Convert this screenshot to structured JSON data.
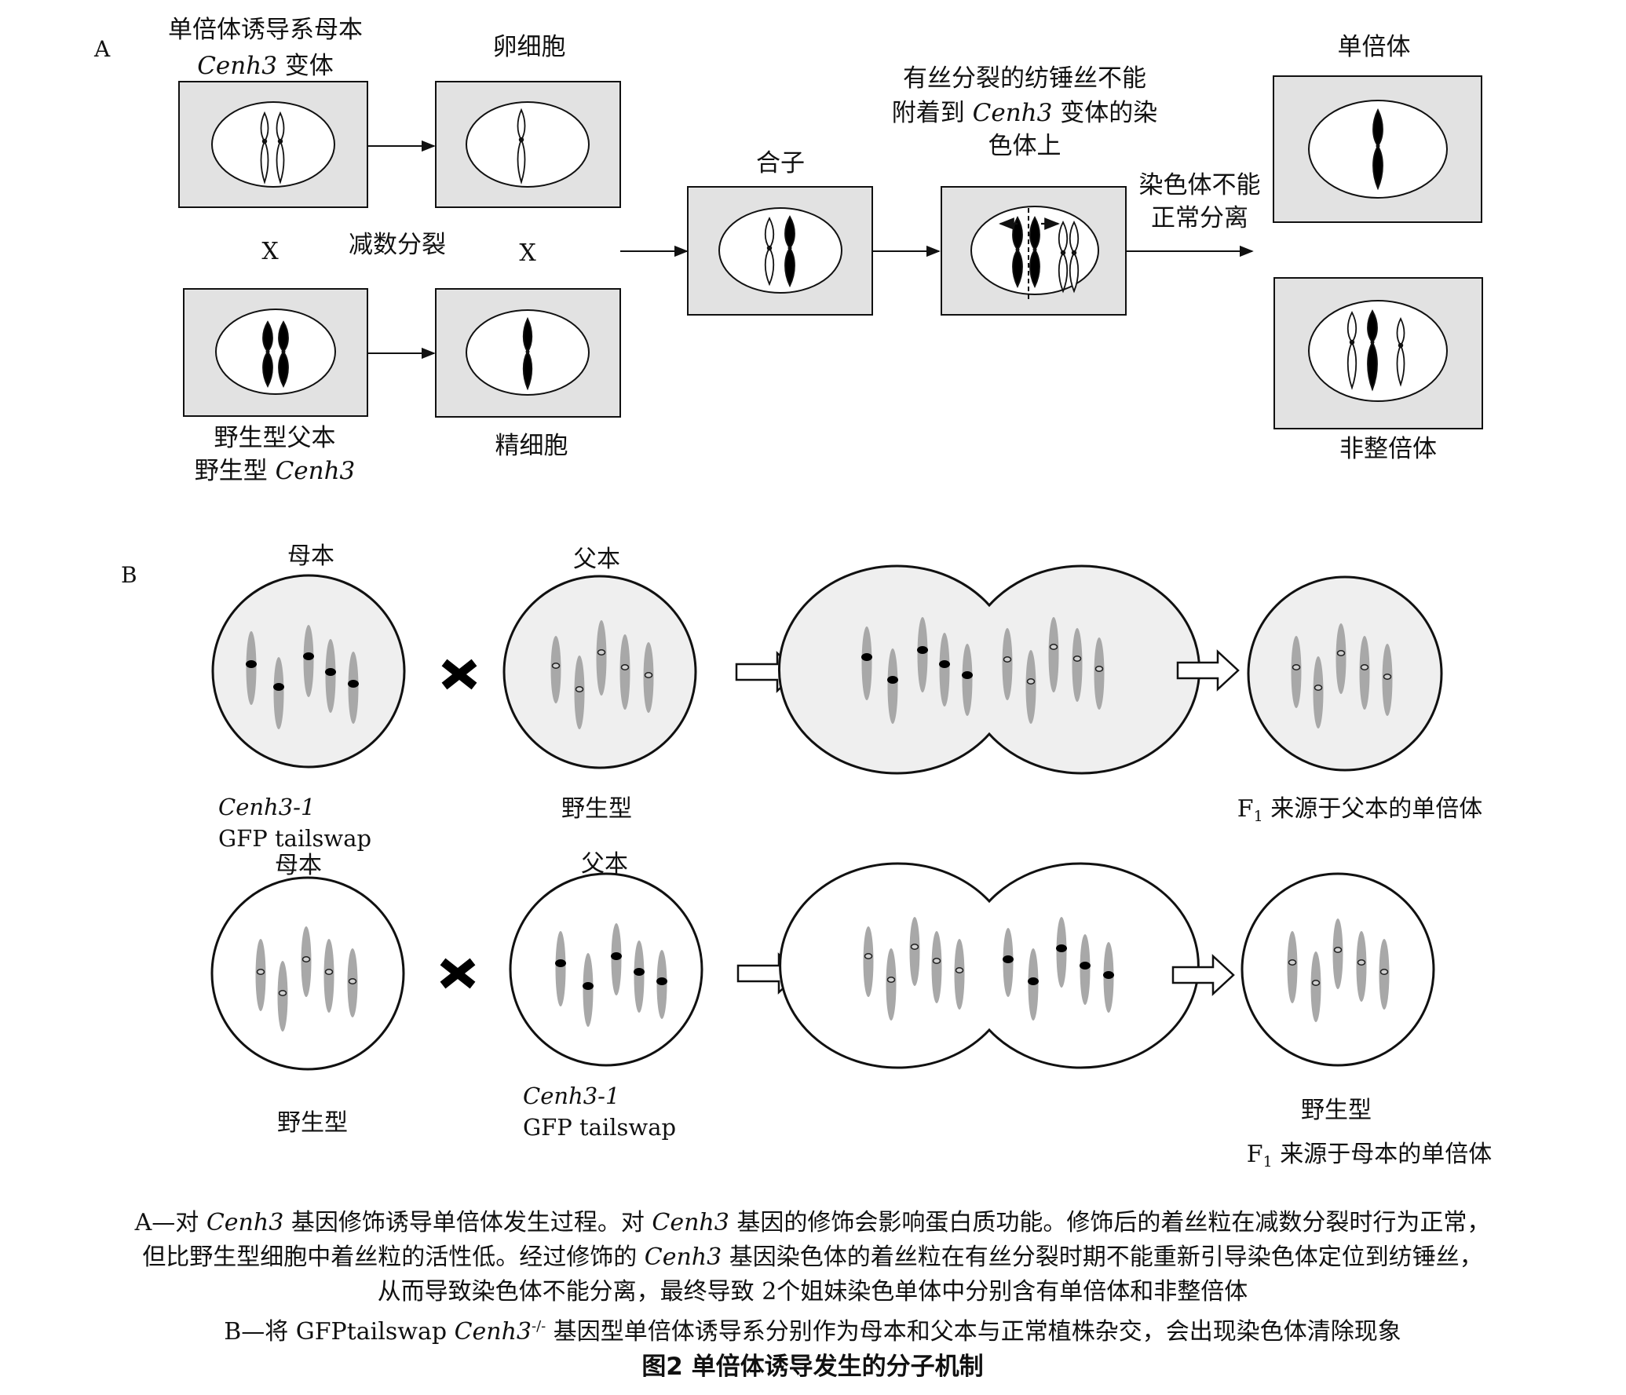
{
  "panel_a": {
    "label": "A",
    "mother_title_1": "单倍体诱导系母本",
    "mother_title_2_italic": "Cenh3",
    "mother_title_2_rest": " 变体",
    "egg": "卵细胞",
    "meiosis": "减数分裂",
    "cross_symbol": "X",
    "father_label_1": "野生型父本",
    "father_label_2_prefix": "野生型 ",
    "father_label_2_italic": "Cenh3",
    "sperm": "精细胞",
    "zygote": "合子",
    "spindle_line_1": "有丝分裂的纺锤丝不能",
    "spindle_line_2_prefix": "附着到 ",
    "spindle_line_2_italic": "Cenh3",
    "spindle_line_2_suffix": " 变体的染",
    "spindle_line_3": "色体上",
    "separation_line_1": "染色体不能",
    "separation_line_2": "正常分离",
    "haploid": "单倍体",
    "aneuploid": "非整倍体"
  },
  "panel_b": {
    "label": "B",
    "row1": {
      "mother": "母本",
      "father": "父本",
      "mother_genotype_italic": "Cenh3-1",
      "mother_genotype_2": "GFP tailswap",
      "father_genotype": "野生型",
      "result_prefix": "F",
      "result_sub": "1",
      "result_text": " 来源于父本的单倍体"
    },
    "row2": {
      "mother": "母本",
      "father": "父本",
      "mother_genotype": "野生型",
      "father_genotype_italic": "Cenh3-1",
      "father_genotype_2": "GFP tailswap",
      "result_genotype": "野生型",
      "result_prefix": "F",
      "result_sub": "1",
      "result_text": " 来源于母本的单倍体"
    }
  },
  "caption": {
    "line1_a": "A—对 ",
    "line1_b": "Cenh3",
    "line1_c": " 基因修饰诱导单倍体发生过程。对 ",
    "line1_d": "Cenh3",
    "line1_e": " 基因的修饰会影响蛋白质功能。修饰后的着丝粒在减数分裂时行为正常，",
    "line2_a": "但比野生型细胞中着丝粒的活性低。经过修饰的 ",
    "line2_b": "Cenh3",
    "line2_c": " 基因染色体的着丝粒在有丝分裂时期不能重新引导染色体定位到纺锤丝，",
    "line3": "从而导致染色体不能分离，最终导致  2个姐妹染色单体中分别含有单倍体和非整倍体",
    "line4_a": "B—将 GFPtailswap ",
    "line4_b": "Cenh3",
    "line4_sup": "-/-",
    "line4_c": " 基因型单倍体诱导系分别作为母本和父本与正常植株杂交，会出现染色体清除现象",
    "title": "图2    单倍体诱导发生的分子机制"
  },
  "colors": {
    "box_fill": "#e2e2e2",
    "chromosome_black": "#000000",
    "chromosome_grey": "#a8a8a8",
    "cell_fill_b": "#efefef"
  }
}
